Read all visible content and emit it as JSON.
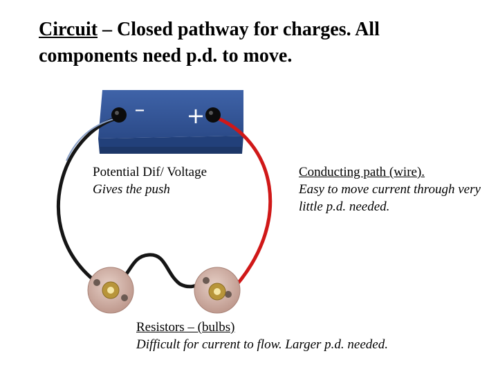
{
  "title": {
    "term": "Circuit",
    "rest": " – Closed pathway for charges. All components need p.d. to move."
  },
  "battery": {
    "negative_symbol": "–",
    "positive_symbol": "+"
  },
  "labels": {
    "voltage_line1": "Potential Dif/ Voltage",
    "voltage_line2": "Gives the push",
    "wire_line1": "Conducting path (wire).",
    "wire_line2": "Easy  to move current through very little p.d. needed.",
    "resistors_line1": "Resistors – (bulbs)",
    "resistors_line2": "Difficult for current to flow. Larger p.d. needed."
  },
  "colors": {
    "battery": "#2f4f8c",
    "red_wire": "#d01818",
    "black_wire": "#151515",
    "bulb_holder": "#c9a79b"
  }
}
